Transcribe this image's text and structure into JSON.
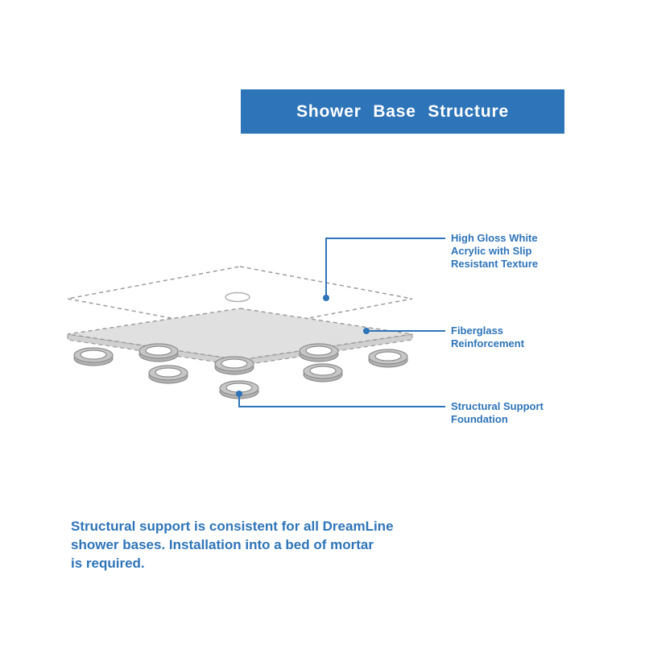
{
  "colors": {
    "blue": "#2e74b8",
    "gray-fill": "#e0e0e0",
    "gray-side": "#d0d0d0",
    "gray-stroke": "#9c9c9c",
    "ring-fill": "#c6c6c6",
    "ring-dark": "#b2b2b2",
    "ring-stroke": "#8e8e8e"
  },
  "banner": {
    "title": "Shower Base Structure"
  },
  "callouts": [
    {
      "id": "acrylic",
      "lines": [
        "High Gloss White",
        "Acrylic with Slip",
        "Resistant Texture"
      ]
    },
    {
      "id": "fiberglass",
      "lines": [
        "Fiberglass",
        "Reinforcement"
      ]
    },
    {
      "id": "support",
      "lines": [
        "Structural Support",
        "Foundation"
      ]
    }
  ],
  "footnote": {
    "lines": [
      "Structural support is consistent for all DreamLine",
      "shower bases. Installation into a bed of mortar",
      "is required."
    ]
  }
}
